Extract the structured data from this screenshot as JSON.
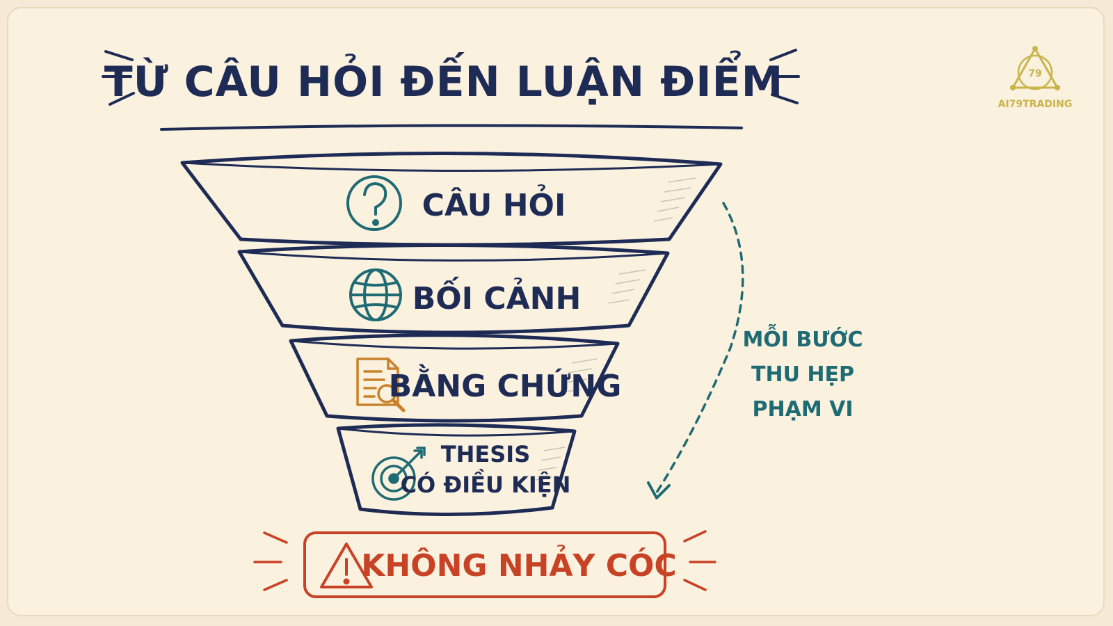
{
  "title": "TỪ CÂU HỎI ĐẾN LUẬN ĐIỂM",
  "logo": {
    "text": "AI79TRADING",
    "badge": "79"
  },
  "funnel": {
    "stages": [
      {
        "label": "CÂU HỎI",
        "icon": "question-icon"
      },
      {
        "label": "BỐI CẢNH",
        "icon": "globe-icon"
      },
      {
        "label": "BẰNG CHỨNG",
        "icon": "document-search-icon"
      },
      {
        "label_line1": "THESIS",
        "label_line2": "CÓ ĐIỀU KIỆN",
        "icon": "target-icon"
      }
    ]
  },
  "note": {
    "line1": "MỖI BƯỚC",
    "line2": "THU HẸP",
    "line3": "PHẠM VI"
  },
  "warning": {
    "label": "KHÔNG NHẢY CÓC",
    "icon": "warning-icon"
  },
  "colors": {
    "ink": "#1d2b55",
    "teal": "#1e6b73",
    "orange": "#c9812a",
    "red": "#c84225",
    "background": "#fbf1df",
    "logo": "#c9b44a"
  }
}
